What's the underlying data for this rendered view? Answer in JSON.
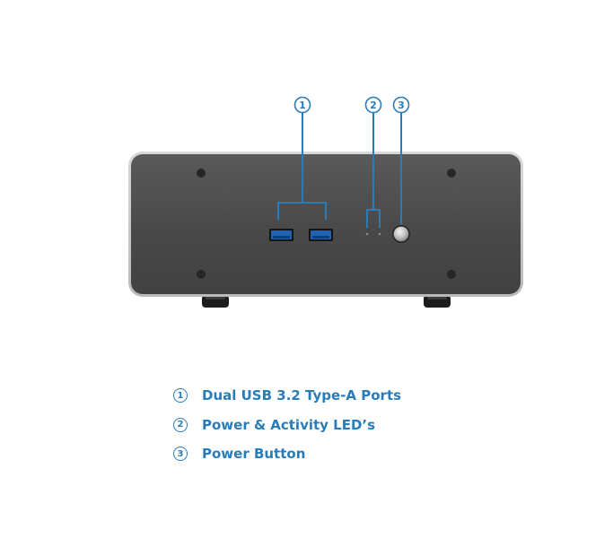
{
  "callouts": [
    {
      "number": "1",
      "label": "Dual USB 3.2 Type-A Ports"
    },
    {
      "number": "2",
      "label": "Power & Activity LED’s"
    },
    {
      "number": "3",
      "label": "Power Button"
    }
  ],
  "colors": {
    "accent": "#2a7cb8",
    "chassis": "#4a4a4a",
    "usb_port": "#1f63b3"
  }
}
